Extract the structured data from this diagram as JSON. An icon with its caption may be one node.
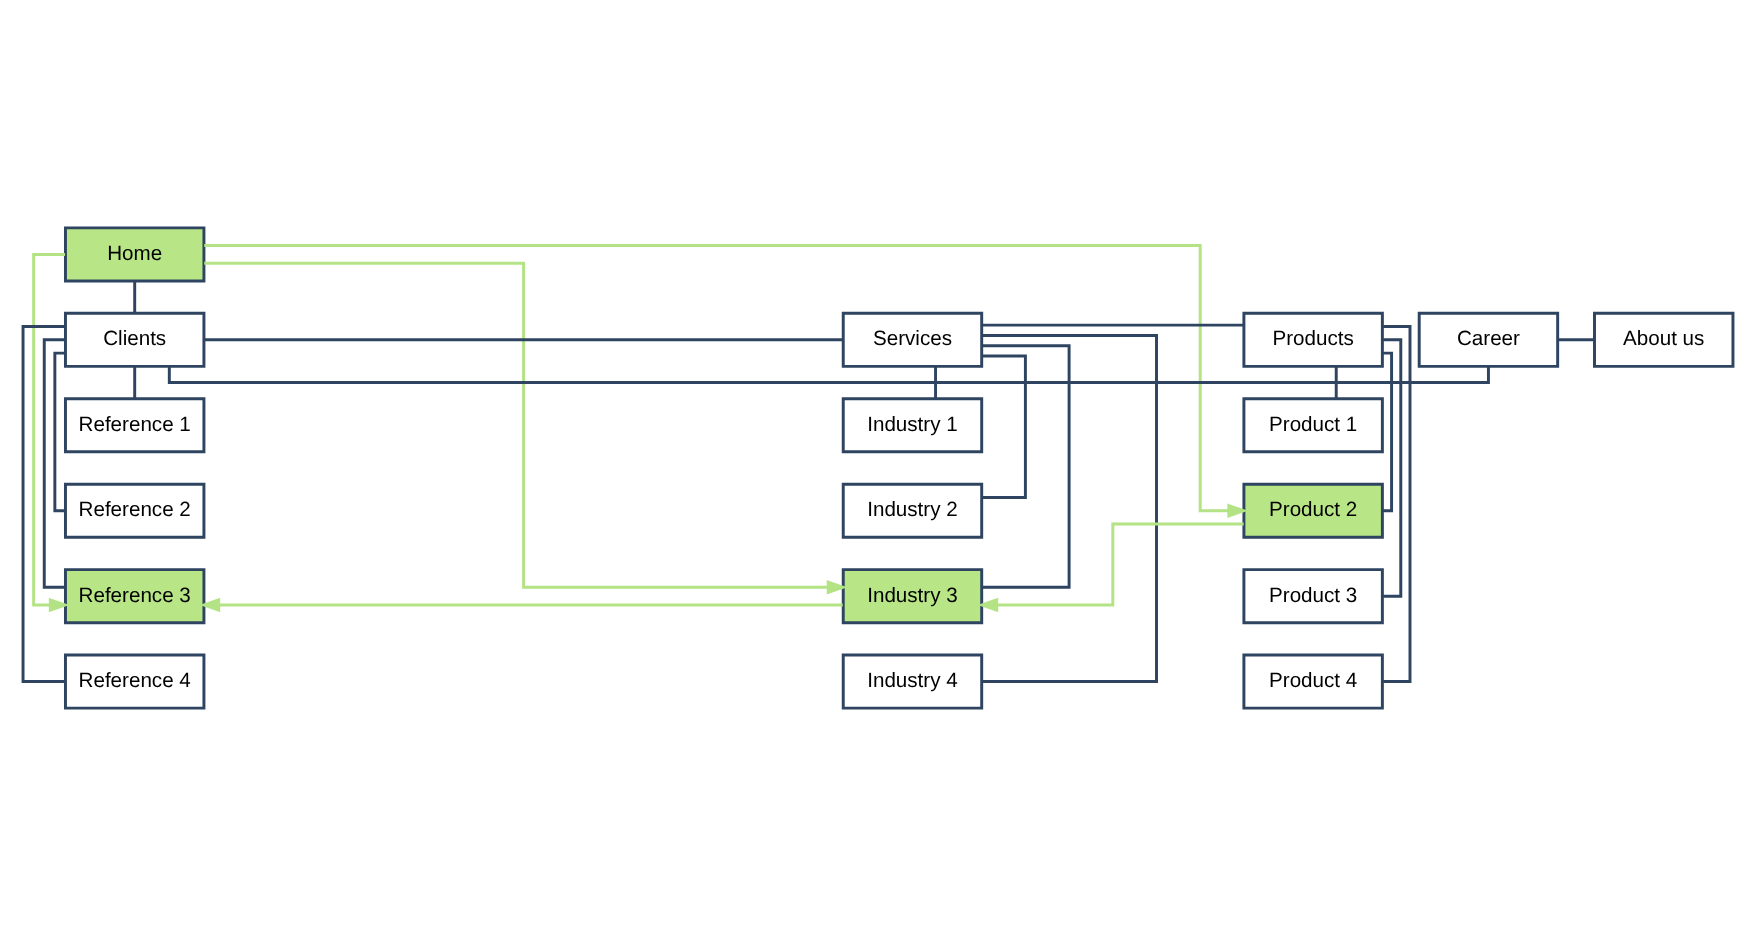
{
  "diagram": {
    "nodes": [
      {
        "text": [
          "Home"
        ]
      },
      {
        "text": [
          "Products"
        ]
      },
      {
        "text": [
          "Services"
        ]
      },
      {
        "text": [
          "Clients"
        ]
      },
      {
        "text": [
          "Career"
        ]
      },
      {
        "text": [
          "About us"
        ]
      },
      {
        "text": [
          "Product 1"
        ]
      },
      {
        "text": [
          "Product 2"
        ]
      },
      {
        "text": [
          "Product 3"
        ]
      },
      {
        "text": [
          "Product 4"
        ]
      },
      {
        "text": [
          "Industry 1"
        ]
      },
      {
        "text": [
          "Industry 2"
        ]
      },
      {
        "text": [
          "Industry 3"
        ]
      },
      {
        "text": [
          "Industry 4"
        ]
      },
      {
        "text": [
          "Reference 1"
        ]
      },
      {
        "text": [
          "Reference 2"
        ]
      },
      {
        "text": [
          "Reference 3"
        ]
      },
      {
        "text": [
          "Reference 4"
        ]
      }
    ],
    "edges": [
      {
        "from": 0,
        "to": 3,
        "arrow": "none"
      },
      {
        "from": 1,
        "to": 2,
        "arrow": "none"
      },
      {
        "from": 2,
        "to": 3,
        "arrow": "none"
      },
      {
        "from": 3,
        "to": 4,
        "arrow": "none"
      },
      {
        "from": 4,
        "to": 5,
        "arrow": "none"
      },
      {
        "from": 1,
        "to": 6,
        "arrow": "none"
      },
      {
        "from": 1,
        "to": 7,
        "arrow": "none"
      },
      {
        "from": 1,
        "to": 8,
        "arrow": "none"
      },
      {
        "from": 1,
        "to": 9,
        "arrow": "none"
      },
      {
        "from": 2,
        "to": 10,
        "arrow": "none"
      },
      {
        "from": 2,
        "to": 11,
        "arrow": "none"
      },
      {
        "from": 2,
        "to": 12,
        "arrow": "none"
      },
      {
        "from": 2,
        "to": 13,
        "arrow": "none"
      },
      {
        "from": 3,
        "to": 14,
        "arrow": "none"
      },
      {
        "from": 3,
        "to": 15,
        "arrow": "none"
      },
      {
        "from": 3,
        "to": 16,
        "arrow": "none"
      },
      {
        "from": 3,
        "to": 17,
        "arrow": "none"
      },
      {
        "from": 0,
        "to": 7,
        "arrow": "to",
        "color": "#b3e384"
      },
      {
        "from": 0,
        "to": 12,
        "arrow": "to",
        "color": "#b3e384"
      },
      {
        "from": 0,
        "to": 16,
        "arrow": "to",
        "color": "#b3e384"
      },
      {
        "from": 7,
        "to": 12,
        "arrow": "to",
        "color": "#b3e384"
      },
      {
        "from": 12,
        "to": 16,
        "arrow": "to",
        "color": "#b3e384"
      }
    ]
  }
}
